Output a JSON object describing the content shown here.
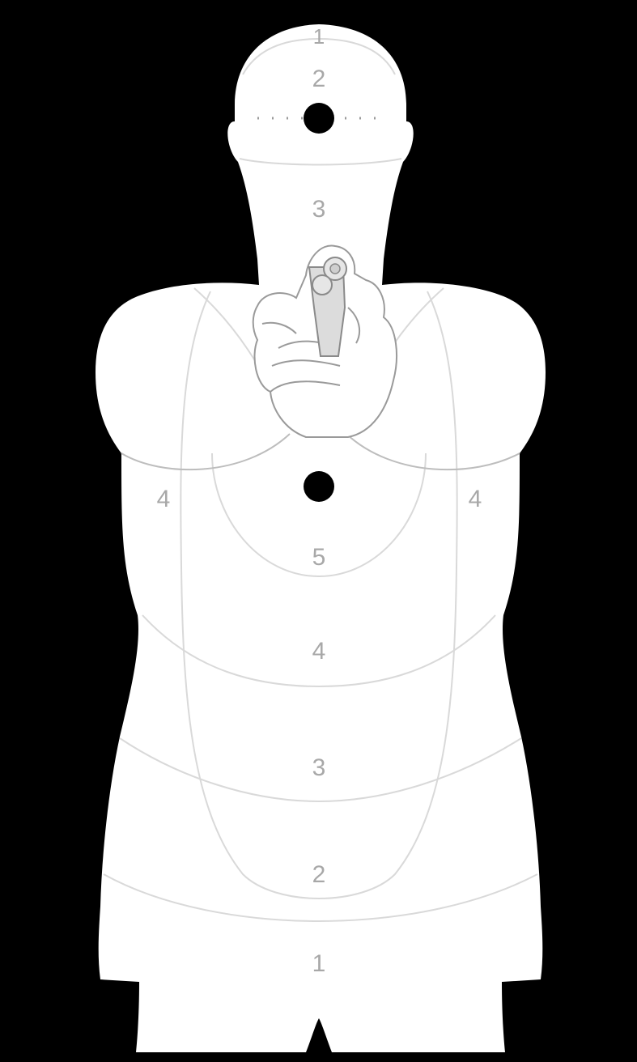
{
  "target": {
    "background_color": "#000000",
    "silhouette_color": "#ffffff",
    "ring_line_color": "#d9d9d9",
    "score_text_color": "#a8a8a8",
    "aim_point_color": "#000000",
    "head_zones": [
      "1",
      "2",
      "3"
    ],
    "torso_zones": [
      "5",
      "4",
      "3",
      "2",
      "1"
    ],
    "side_zones": [
      "4",
      "4"
    ],
    "drawing_icon": "hands-with-revolver"
  }
}
